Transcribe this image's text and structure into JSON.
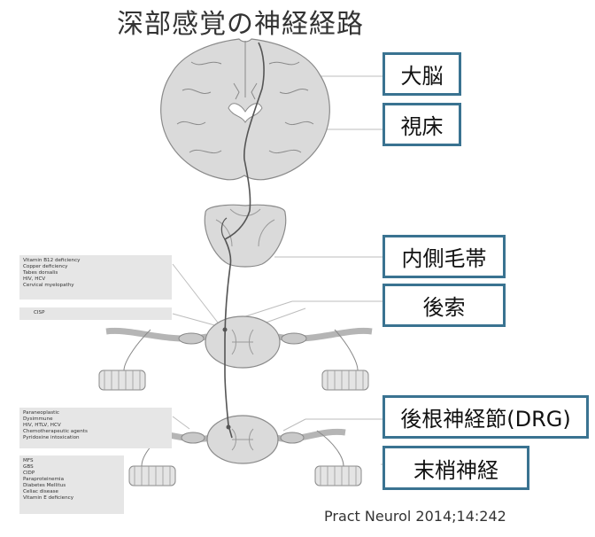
{
  "title": "深部感覚の神経経路",
  "labels": {
    "cerebrum": "大脳",
    "thalamus": "視床",
    "medial_lemniscus": "内側毛帯",
    "posterior_column": "後索",
    "drg": "後根神経節(DRG)",
    "peripheral_nerve": "末梢神経"
  },
  "lesion_boxes": {
    "spinal_cord": [
      "Vitamin B12 deficiency",
      "Copper deficiency",
      "Tabes dorsalis",
      "HIV, HCV",
      "Cervical myelopathy"
    ],
    "cisp": [
      "CISP"
    ],
    "ganglion": [
      "Paraneoplastic",
      "Dysimmune",
      "HIV, HTLV, HCV",
      "Chemotherapeutic agents",
      "Pyridoxine intoxication"
    ],
    "nerve": [
      "MFS",
      "GBS",
      "CIDP",
      "Paraproteinemia",
      "Diabetes Mellitus",
      "Celiac disease",
      "Vitamin E deficiency"
    ]
  },
  "citation": "Pract Neurol 2014;14:242",
  "colors": {
    "label_border": "#3a7391",
    "tissue": "#d9d9d9",
    "outline": "#8a8a8a",
    "pathway": "#555555"
  }
}
